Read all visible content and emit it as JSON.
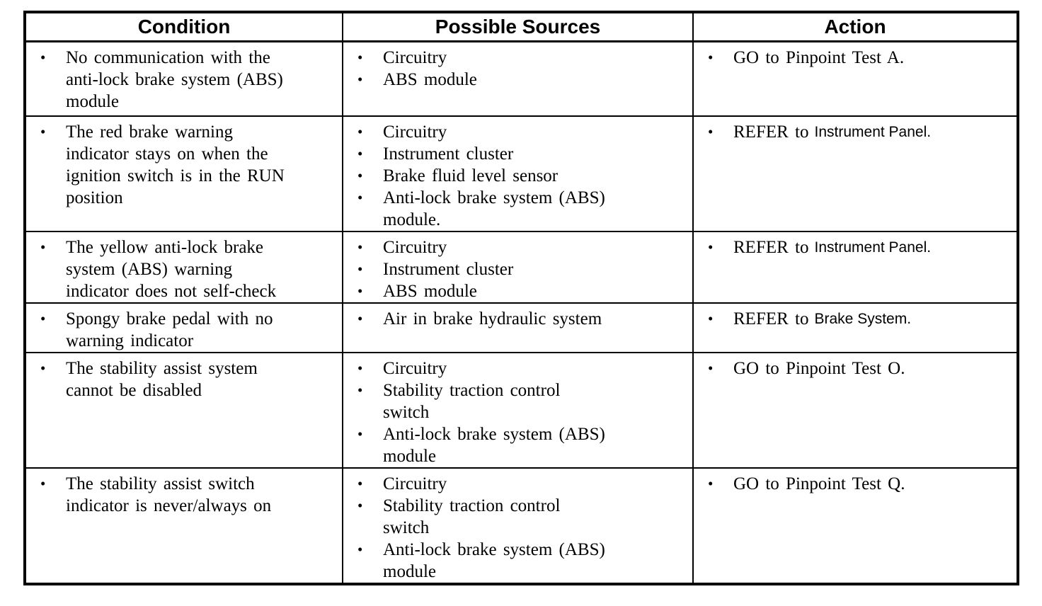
{
  "colors": {
    "text": "#000000",
    "border": "#000000",
    "background": "#ffffff"
  },
  "table": {
    "bullet_glyph": "•",
    "headers": [
      "Condition",
      "Possible Sources",
      "Action"
    ],
    "rows": [
      {
        "condition": "No communication with the\nanti-lock brake system (ABS)\nmodule",
        "sources": [
          "Circuitry",
          "ABS module"
        ],
        "action": {
          "text": "GO to Pinpoint Test A.",
          "link": ""
        }
      },
      {
        "condition": "The red brake warning\nindicator stays on when the\nignition switch is in the RUN\nposition",
        "sources": [
          "Circuitry",
          "Instrument cluster",
          "Brake fluid level sensor",
          "Anti-lock brake system (ABS)\nmodule."
        ],
        "action": {
          "text": "REFER to",
          "link": "Instrument Panel."
        }
      },
      {
        "condition": "The yellow anti-lock brake\nsystem (ABS) warning\nindicator does not self-check",
        "sources": [
          "Circuitry",
          "Instrument cluster",
          "ABS module"
        ],
        "action": {
          "text": "REFER to",
          "link": "Instrument Panel."
        }
      },
      {
        "condition": "Spongy brake pedal with no\nwarning indicator",
        "sources": [
          "Air in brake hydraulic system"
        ],
        "action": {
          "text": "REFER to",
          "link": "Brake System."
        }
      },
      {
        "condition": "The stability assist system\ncannot be disabled",
        "sources": [
          "Circuitry",
          "Stability traction control\nswitch",
          "Anti-lock brake system (ABS)\nmodule"
        ],
        "action": {
          "text": "GO to Pinpoint Test O.",
          "link": ""
        }
      },
      {
        "condition": "The stability assist switch\nindicator is never/always on",
        "sources": [
          "Circuitry",
          "Stability traction control\nswitch",
          "Anti-lock brake system (ABS)\nmodule"
        ],
        "action": {
          "text": "GO to Pinpoint Test Q.",
          "link": ""
        }
      }
    ]
  }
}
